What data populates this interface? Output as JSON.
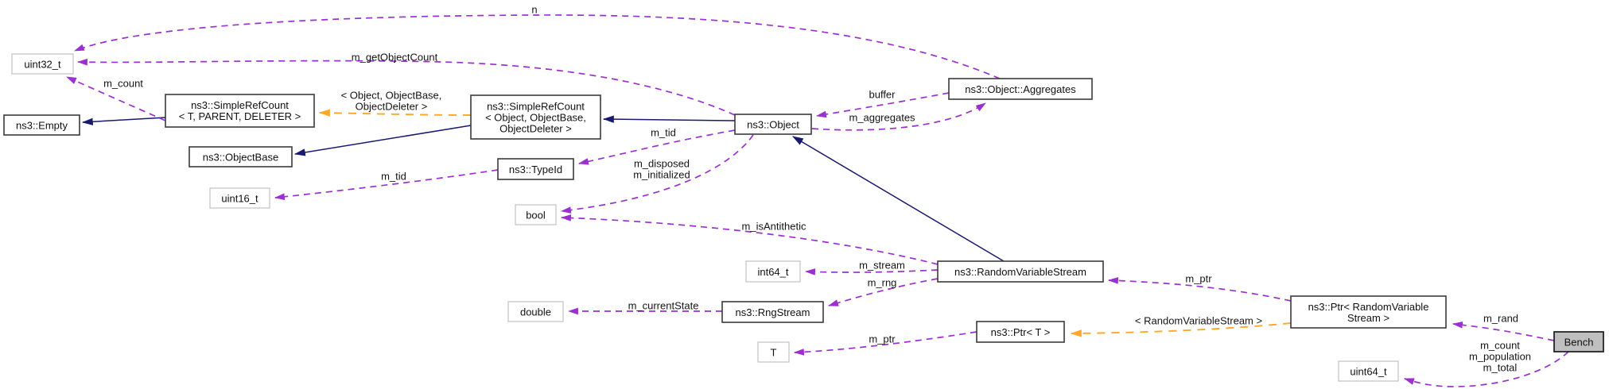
{
  "colors": {
    "usage_edge": "#9b30d0",
    "inheritance_edge": "#191970",
    "template_edge": "#ffa726",
    "class_border": "#3a3a3a",
    "primitive_border": "#c2c2c2",
    "current_node_fill": "#bfbfbf",
    "background": "#ffffff",
    "text": "#101010"
  },
  "nodes": {
    "uint32": {
      "label": "uint32_t"
    },
    "empty": {
      "label": "ns3::Empty"
    },
    "srcT": {
      "line1": "ns3::SimpleRefCount",
      "line2": "< T, PARENT, DELETER >"
    },
    "objectBase": {
      "label": "ns3::ObjectBase"
    },
    "uint16": {
      "label": "uint16_t"
    },
    "srcObj": {
      "line1": "ns3::SimpleRefCount",
      "line2": "< Object, ObjectBase,",
      "line3": "ObjectDeleter >"
    },
    "typeId": {
      "label": "ns3::TypeId"
    },
    "boolT": {
      "label": "bool"
    },
    "object": {
      "label": "ns3::Object"
    },
    "aggregates": {
      "label": "ns3::Object::Aggregates"
    },
    "int64": {
      "label": "int64_t"
    },
    "doubleT": {
      "label": "double"
    },
    "rngStream": {
      "label": "ns3::RngStream"
    },
    "rvs": {
      "label": "ns3::RandomVariableStream"
    },
    "ptrT": {
      "label": "ns3::Ptr< T >"
    },
    "t": {
      "label": "T"
    },
    "ptrRvs": {
      "line1": "ns3::Ptr< RandomVariable",
      "line2": "Stream >"
    },
    "uint64": {
      "label": "uint64_t"
    },
    "bench": {
      "label": "Bench"
    }
  },
  "edge_labels": {
    "n": "n",
    "getObjectCount": "m_getObjectCount",
    "count": "m_count",
    "tmplObject": {
      "line1": "< Object, ObjectBase,",
      "line2": "ObjectDeleter >"
    },
    "buffer": "buffer",
    "aggregates": "m_aggregates",
    "tidObject": "m_tid",
    "tidTypeId": "m_tid",
    "disposed": {
      "line1": "m_disposed",
      "line2": "m_initialized"
    },
    "isAntithetic": "m_isAntithetic",
    "stream": "m_stream",
    "rng": "m_rng",
    "currentState": "m_currentState",
    "ptrLower": "m_ptr",
    "ptrUpper": "m_ptr",
    "tmplRvs": "< RandomVariableStream >",
    "rand": "m_rand",
    "benchCounts": {
      "line1": "m_count",
      "line2": "m_population",
      "line3": "m_total"
    }
  },
  "relationships": [
    {
      "from": "ns3::SimpleRefCount< T, PARENT, DELETER >",
      "to": "ns3::Empty",
      "type": "inheritance"
    },
    {
      "from": "ns3::SimpleRefCount< Object, ObjectBase, ObjectDeleter >",
      "to": "ns3::ObjectBase",
      "type": "inheritance"
    },
    {
      "from": "ns3::Object",
      "to": "ns3::SimpleRefCount< Object, ObjectBase, ObjectDeleter >",
      "type": "inheritance"
    },
    {
      "from": "ns3::RandomVariableStream",
      "to": "ns3::Object",
      "type": "inheritance"
    },
    {
      "from": "ns3::Object::Aggregates",
      "to": "uint32_t",
      "type": "member",
      "label": "n"
    },
    {
      "from": "ns3::Object",
      "to": "uint32_t",
      "type": "member",
      "label": "m_getObjectCount"
    },
    {
      "from": "ns3::SimpleRefCount< T, PARENT, DELETER >",
      "to": "uint32_t",
      "type": "member",
      "label": "m_count"
    },
    {
      "from": "ns3::Object::Aggregates",
      "to": "ns3::Object",
      "type": "member",
      "label": "buffer"
    },
    {
      "from": "ns3::Object",
      "to": "ns3::Object::Aggregates",
      "type": "member",
      "label": "m_aggregates"
    },
    {
      "from": "ns3::Object",
      "to": "ns3::TypeId",
      "type": "member",
      "label": "m_tid"
    },
    {
      "from": "ns3::TypeId",
      "to": "uint16_t",
      "type": "member",
      "label": "m_tid"
    },
    {
      "from": "ns3::Object",
      "to": "bool",
      "type": "member",
      "label": "m_disposed m_initialized"
    },
    {
      "from": "ns3::RandomVariableStream",
      "to": "bool",
      "type": "member",
      "label": "m_isAntithetic"
    },
    {
      "from": "ns3::RandomVariableStream",
      "to": "int64_t",
      "type": "member",
      "label": "m_stream"
    },
    {
      "from": "ns3::RandomVariableStream",
      "to": "ns3::RngStream",
      "type": "member",
      "label": "m_rng"
    },
    {
      "from": "ns3::RngStream",
      "to": "double",
      "type": "member",
      "label": "m_currentState"
    },
    {
      "from": "ns3::Ptr< T >",
      "to": "T",
      "type": "member",
      "label": "m_ptr"
    },
    {
      "from": "ns3::Ptr< RandomVariableStream >",
      "to": "ns3::RandomVariableStream",
      "type": "member",
      "label": "m_ptr"
    },
    {
      "from": "Bench",
      "to": "ns3::Ptr< RandomVariableStream >",
      "type": "member",
      "label": "m_rand"
    },
    {
      "from": "Bench",
      "to": "uint64_t",
      "type": "member",
      "label": "m_count m_population m_total"
    },
    {
      "from": "ns3::SimpleRefCount< Object, ObjectBase, ObjectDeleter >",
      "to": "ns3::SimpleRefCount< T, PARENT, DELETER >",
      "type": "template",
      "label": "< Object, ObjectBase, ObjectDeleter >"
    },
    {
      "from": "ns3::Ptr< RandomVariableStream >",
      "to": "ns3::Ptr< T >",
      "type": "template",
      "label": "< RandomVariableStream >"
    }
  ]
}
